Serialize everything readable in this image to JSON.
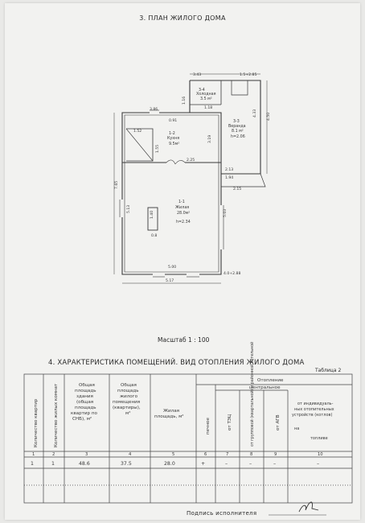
{
  "header": {
    "title": "3. ПЛАН ЖИЛОГО ДОМА"
  },
  "plan": {
    "dims": {
      "top_left": "3.43",
      "top_right": "1.5+2.85",
      "small_h": "1.16",
      "small_w": "1.18",
      "veranda_side": "4.33",
      "veranda_right": "4.50",
      "kitchen_top": "3.86",
      "kitchen_door": "0.91",
      "stair_w": "1.52",
      "stair_h": "1.55",
      "kitchen_mid": "3.19",
      "kitchen_bot": "2.25",
      "veranda_bot": "1.94",
      "veranda_low": "2.13",
      "veranda_ext": "2.15",
      "left_outer": "7.65",
      "left_inner": "5.13",
      "room_right": "5.03",
      "room_bot": "5.00",
      "bottom_outer": "5.17",
      "bottom_right": "4.0+2.88",
      "stove": "1.40",
      "stove2": "0.8"
    },
    "rooms": {
      "cold_num": "3-4",
      "cold_name": "Холодная",
      "cold_area": "3.5 м²",
      "veranda_num": "3-3",
      "veranda_name": "Веранда",
      "veranda_area": "8.1 м²",
      "veranda_h": "h=2.06",
      "kitchen_num": "1-2",
      "kitchen_name": "Кухня",
      "kitchen_area": "9.5м²",
      "living_num": "1-1",
      "living_name": "Жилая",
      "living_area": "28.0м²",
      "living_h": "h=2.34"
    }
  },
  "scale": {
    "label": "Масштаб 1 : 100"
  },
  "section4": {
    "title": "4. ХАРАКТЕРИСТИКА ПОМЕЩЕНИЙ. ВИД ОТОПЛЕНИЯ ЖИЛОГО ДОМА",
    "table_label": "Таблица 2",
    "headers": {
      "h1": "Количество квартир",
      "h2": "Количество жилых комнат",
      "h3a": "Общая",
      "h3b": "площадь",
      "h3c": "здания",
      "h3d": "(общая",
      "h3e": "площадь",
      "h3f": "квартир по",
      "h3g": "СНБ), м²",
      "h4a": "Общая",
      "h4b": "площадь",
      "h4c": "жилого",
      "h4d": "помещения",
      "h4e": "(квартиры),",
      "h4f": "м²",
      "h5a": "Жилая",
      "h5b": "площадь, м²",
      "heating": "Отопление",
      "central": "центральное",
      "h6": "печное",
      "h7": "от ТЭЦ",
      "h8": "от групповой (квартальной) и районной котельной",
      "h9": "от АГВ",
      "h10a": "от индивидуаль-",
      "h10b": "ных отопительных",
      "h10c": "устройств (котлов)",
      "h10d": "на",
      "h10e": "топливе"
    },
    "col_numbers": [
      "1",
      "2",
      "3",
      "4",
      "5",
      "6",
      "7",
      "8",
      "9",
      "10"
    ],
    "row1": [
      "1",
      "1",
      "48.6",
      "37.5",
      "28.0",
      "+",
      "–",
      "–",
      "–",
      "–"
    ]
  },
  "footer": {
    "signature_label": "Подпись исполнителя"
  }
}
